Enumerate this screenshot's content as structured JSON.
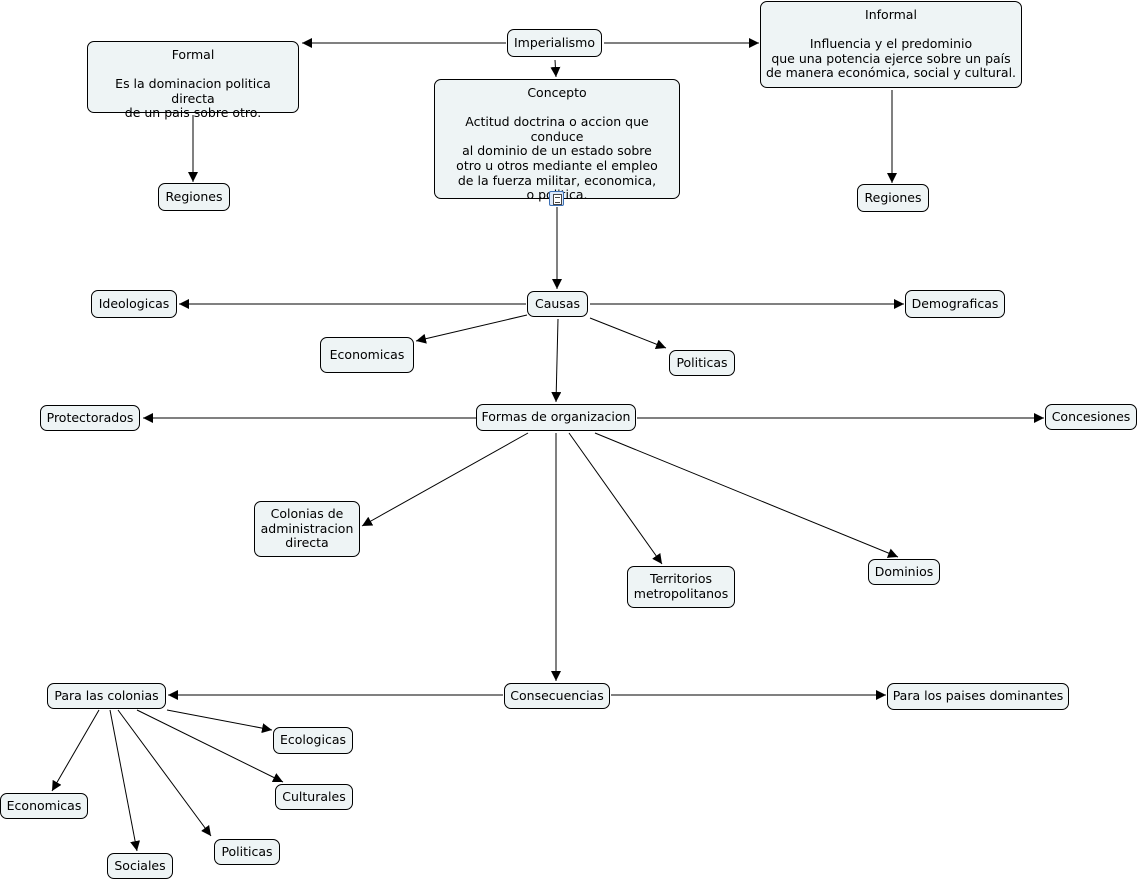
{
  "nodes": {
    "imperialismo": "Imperialismo",
    "formal_title": "Formal",
    "formal_text": "Es la dominacion politica directa\nde un pais sobre otro.",
    "informal_title": "Informal",
    "informal_text": "Influencia y el predominio\nque una potencia ejerce sobre un país\nde manera económica, social y cultural.",
    "concepto_title": "Concepto",
    "concepto_text": "Actitud doctrina o accion que conduce\nal dominio de un estado sobre\notro u otros mediante el empleo\nde la fuerza militar, economica,\no politica.",
    "regiones_left": "Regiones",
    "regiones_right": "Regiones",
    "causas": "Causas",
    "ideologicas": "Ideologicas",
    "demograficas": "Demograficas",
    "economicas_causa": "Economicas",
    "politicas_causa": "Politicas",
    "formas": "Formas de organizacion",
    "protectorados": "Protectorados",
    "concesiones": "Concesiones",
    "colonias": "Colonias de\nadministracion\ndirecta",
    "territorios": "Territorios\nmetropolitanos",
    "dominios": "Dominios",
    "consecuencias": "Consecuencias",
    "para_colonias": "Para las colonias",
    "para_paises": "Para los paises dominantes",
    "ecologicas": "Ecologicas",
    "culturales": "Culturales",
    "economicas_cons": "Economicas",
    "sociales": "Sociales",
    "politicas_cons": "Politicas"
  },
  "icons": {
    "concepto_attachment": "document-icon"
  },
  "colors": {
    "node_fill": "#eef4f5",
    "node_border": "#000000",
    "edge": "#000000"
  }
}
